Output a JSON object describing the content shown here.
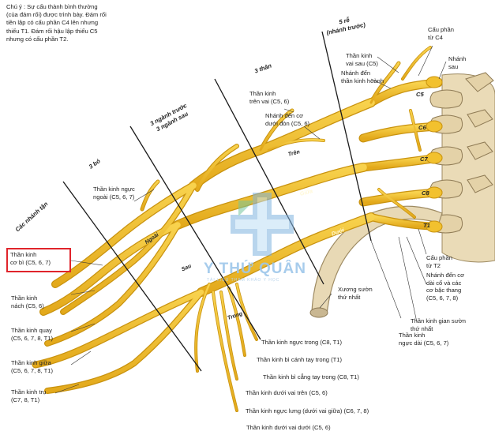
{
  "colors": {
    "nerve": "#f2c12e",
    "nerve_stroke": "#c9930f",
    "bone": "#e8d9b5",
    "bone_stroke": "#9d8a62",
    "highlight": "#e0242b",
    "watermark": "#9ec7ea"
  },
  "note_lines": [
    "Chú ý : Sự cấu thành bình thường",
    "(của đám rối) được trình bày. Đám rối",
    "tiền lập có cấu phần C4 lên nhưng",
    "thiếu T1. Đám rối hậu lập thiếu C5",
    "nhưng có cấu phần T2."
  ],
  "section_labels": {
    "roots": [
      "5 rễ",
      "(nhánh trước)"
    ],
    "trunks": "3 thân",
    "divisions": [
      "3 ngành trước",
      "3 ngành sau"
    ],
    "cords": "3 bó",
    "terminal": "Các nhánh tận"
  },
  "trunk_labels": {
    "upper": "Trên",
    "middle": "Giữa",
    "lower": "Dưới"
  },
  "cord_labels": {
    "lateral": "Ngoài",
    "posterior": "Sau",
    "medial": "Trong"
  },
  "vertebra_labels": [
    "C5",
    "C6",
    "C7",
    "C8",
    "T1"
  ],
  "labels": {
    "c4_component": [
      "Cấu phần",
      "từ C4"
    ],
    "posterior_branch": [
      "Nhánh",
      "sau"
    ],
    "dorsal_scapular": [
      "Thần kinh",
      "vai sau (C5)"
    ],
    "phrenic_branch": [
      "Nhánh đến",
      "thần kinh hoành"
    ],
    "suprascapular": [
      "Thần kinh",
      "trên vai (C5, 6)"
    ],
    "subclavius": [
      "Nhánh đến cơ",
      "dưới đòn (C5, 6)"
    ],
    "lateral_pectoral": [
      "Thần kinh ngực",
      "ngoài (C5, 6, 7)"
    ],
    "musculocutaneous": [
      "Thần kinh",
      "cơ bì (C5, 6, 7)"
    ],
    "axillary": [
      "Thần kinh",
      "nách (C5, 6)"
    ],
    "radial": [
      "Thần kinh quay",
      "(C5, 6, 7, 8, T1)"
    ],
    "median": [
      "Thần kinh giữa",
      "(C5, 6, 7, 8, T1)"
    ],
    "ulnar": [
      "Thần kinh trụ",
      "(C7, 8, T1)"
    ],
    "first_rib": [
      "Xương sườn",
      "thứ nhất"
    ],
    "t2_component": [
      "Cấu phần",
      "từ T2"
    ],
    "longus_scalene": [
      "Nhánh đến cơ",
      "dài cổ và các",
      "cơ bậc thang",
      "(C5, 6, 7, 8)"
    ],
    "intercostal": [
      "Thần kinh gian sườn",
      "thứ nhất"
    ],
    "long_thoracic": [
      "Thần kinh",
      "ngực dài (C5, 6, 7)"
    ],
    "medial_pectoral": "Thần kinh ngực trong (C8, T1)",
    "medial_brachial_cutaneous": "Thần kinh bì cánh tay trong (T1)",
    "medial_antebrachial_cutaneous": "Thần kinh bì cẳng tay trong (C8, T1)",
    "upper_subscapular": "Thần kinh dưới vai trên (C5, 6)",
    "thoracodorsal": "Thần kinh ngực lưng (dưới vai giữa) (C6, 7, 8)",
    "lower_subscapular": "Thần kinh dưới vai dưới (C5, 6)"
  },
  "watermark": {
    "brand": "Y THỨ QUÂN",
    "tagline": "TÀI LIỆU THAM KHẢO Y HỌC"
  }
}
